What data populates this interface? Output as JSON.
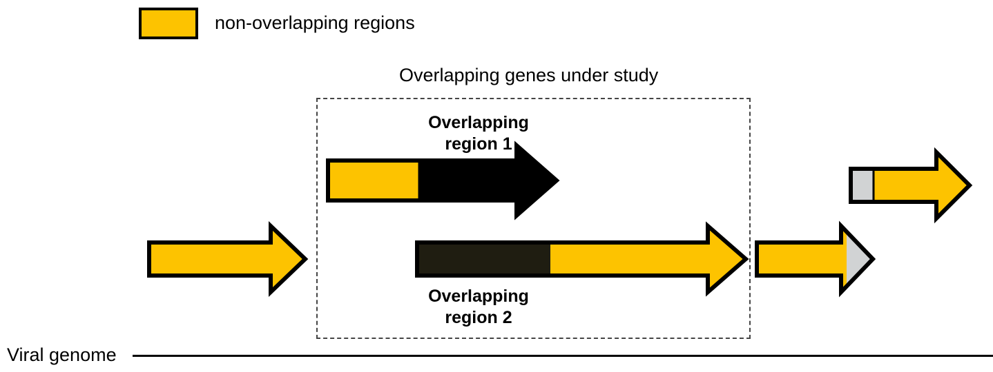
{
  "figure": {
    "legend": {
      "swatch_color": "#FDC300",
      "label": "non-overlapping regions"
    },
    "study_box": {
      "title": "Overlapping genes under study",
      "border_style": "dashed"
    },
    "labels": {
      "region1": "Overlapping\nregion 1",
      "region2": "Overlapping\nregion 2",
      "genome": "Viral genome"
    },
    "colors": {
      "yellow": "#FDC300",
      "black": "#000000",
      "dark_olive": "#1f1d11",
      "gray": "#D1D3D4",
      "outline": "#000000"
    },
    "genes": [
      {
        "name": "upstream-gene",
        "orientation": "right",
        "segments": [
          {
            "type": "non-overlapping",
            "color": "#FDC300"
          }
        ]
      },
      {
        "name": "overlapping-gene-1",
        "orientation": "right",
        "label": "Overlapping region 1",
        "segments": [
          {
            "type": "non-overlapping",
            "color": "#FDC300"
          },
          {
            "type": "overlapping",
            "color": "#000000"
          }
        ]
      },
      {
        "name": "overlapping-gene-2",
        "orientation": "right",
        "label": "Overlapping region 2",
        "segments": [
          {
            "type": "overlapping",
            "color": "#1f1d11"
          },
          {
            "type": "non-overlapping",
            "color": "#FDC300"
          }
        ]
      },
      {
        "name": "downstream-gene-lower",
        "orientation": "right",
        "segments": [
          {
            "type": "non-overlapping",
            "color": "#FDC300"
          },
          {
            "type": "other",
            "color": "#D1D3D4"
          }
        ]
      },
      {
        "name": "downstream-gene-upper",
        "orientation": "right",
        "segments": [
          {
            "type": "other",
            "color": "#D1D3D4"
          },
          {
            "type": "non-overlapping",
            "color": "#FDC300"
          }
        ]
      }
    ]
  }
}
